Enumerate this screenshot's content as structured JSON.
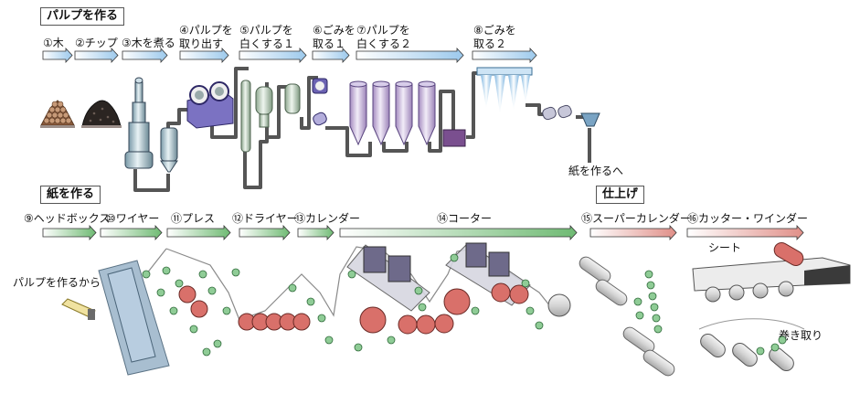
{
  "sections": {
    "pulp": "パルプを作る",
    "paper": "紙を作る",
    "finish": "仕上げ"
  },
  "pulp_steps": [
    {
      "l1": "①木",
      "l2": ""
    },
    {
      "l1": "②チップ",
      "l2": ""
    },
    {
      "l1": "③木を煮る",
      "l2": ""
    },
    {
      "l1": "④パルプを",
      "l2": "取り出す"
    },
    {
      "l1": "⑤パルプを",
      "l2": "白くする１"
    },
    {
      "l1": "⑥ごみを",
      "l2": "取る１"
    },
    {
      "l1": "⑦パルプを",
      "l2": "白くする２"
    },
    {
      "l1": "⑧ごみを",
      "l2": "取る２"
    }
  ],
  "paper_steps": [
    "⑨ヘッドボックス",
    "⑩ワイヤー",
    "⑪プレス",
    "⑫ドライヤー",
    "⑬カレンダー",
    "⑭コーター",
    "⑮スーパーカレンダー",
    "⑯カッター・ワインダー"
  ],
  "annotations": {
    "to_paper": "紙を作るへ",
    "pulp_in": "パルプを作るから",
    "sheet": "シート",
    "winding": "巻き取り"
  },
  "colors": {
    "pulp_arrow": "#a9cfee",
    "paper_arrow": "#8cc48a",
    "finish_arrow": "#e8a8a0",
    "pipe": "#555555",
    "roller_green": "#8fcc96",
    "roller_red": "#d9706a",
    "roller_gray": "#dcdcdc"
  }
}
